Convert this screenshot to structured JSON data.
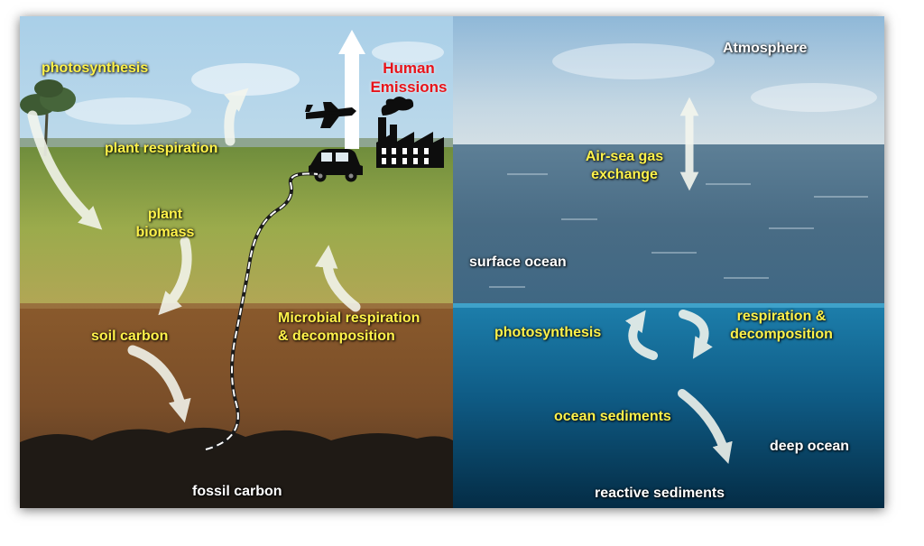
{
  "labels": {
    "photosynthesis_land": "photosynthesis",
    "plant_respiration": "plant respiration",
    "plant_biomass": "plant\nbiomass",
    "soil_carbon": "soil carbon",
    "fossil_carbon": "fossil carbon",
    "microbial_respiration": "Microbial respiration\n& decomposition",
    "human_emissions": "Human\nEmissions",
    "atmosphere": "Atmosphere",
    "air_sea_exchange": "Air-sea gas\nexchange",
    "surface_ocean": "surface ocean",
    "photosynthesis_ocean": "photosynthesis",
    "respiration_decomposition": "respiration &\ndecomposition",
    "ocean_sediments": "ocean sediments",
    "deep_ocean": "deep ocean",
    "reactive_sediments": "reactive sediments"
  },
  "icons": [
    "airplane-icon",
    "car-icon",
    "factory-icon"
  ],
  "colors": {
    "label_yellow": "#fff24a",
    "label_white": "#ffffff",
    "emissions_red": "#e8141a"
  }
}
